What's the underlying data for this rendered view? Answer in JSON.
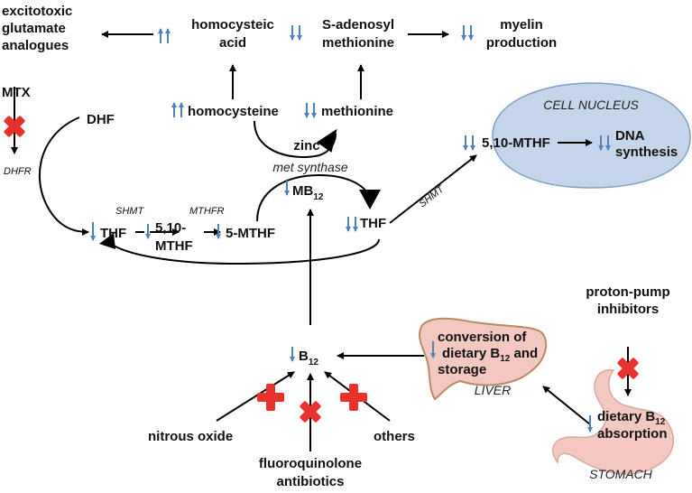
{
  "nodes": {
    "excitotoxic": [
      "excitotoxic",
      "glutamate",
      "analogues"
    ],
    "homocysteic": [
      "homocysteic",
      "acid"
    ],
    "sam": [
      "S-adenosyl",
      "methionine"
    ],
    "myelin": [
      "myelin",
      "production"
    ],
    "mtx": "MTX",
    "dhf": "DHF",
    "dhfr": "DHFR",
    "homocysteine": "homocysteine",
    "methionine": "methionine",
    "zinc": "zinc",
    "met_synthase": "met synthase",
    "mb12_main": "MB",
    "mb12_sub": "12",
    "thf_left": "THF",
    "shmt_left": "SHMT",
    "mthf_510": [
      "5,10-",
      "MTHF"
    ],
    "mthfr": "MTHFR",
    "mthf_5": "5-MTHF",
    "thf_right": "THF",
    "shmt_right": "SHMT",
    "cell_nucleus": "CELL NUCLEUS",
    "nucleus_mthf": "5,10-MTHF",
    "dna": [
      "DNA",
      "synthesis"
    ],
    "b12_main": "B",
    "b12_sub": "12",
    "liver_text_1": "conversion of",
    "liver_text_2a": "dietary B",
    "liver_text_2b": "12",
    "liver_text_2c": " and",
    "liver_text_3": "storage",
    "liver": "LIVER",
    "ppi": [
      "proton-pump",
      "inhibitors"
    ],
    "stomach_text_1a": "dietary B",
    "stomach_text_1b": "12",
    "stomach_text_2": "absorption",
    "stomach": "STOMACH",
    "nitrous": "nitrous oxide",
    "fluoro": [
      "fluoroquinolone",
      "antibiotics"
    ],
    "others": "others"
  },
  "colors": {
    "indicator_arrow": "#4f81bd",
    "inhibitor_cross": "#e8322b",
    "organ_fill": "#f2c8c0",
    "organ_stroke": "#b58a64",
    "nucleus_fill": "#c5d5ea",
    "nucleus_stroke": "#7f9cc4"
  }
}
